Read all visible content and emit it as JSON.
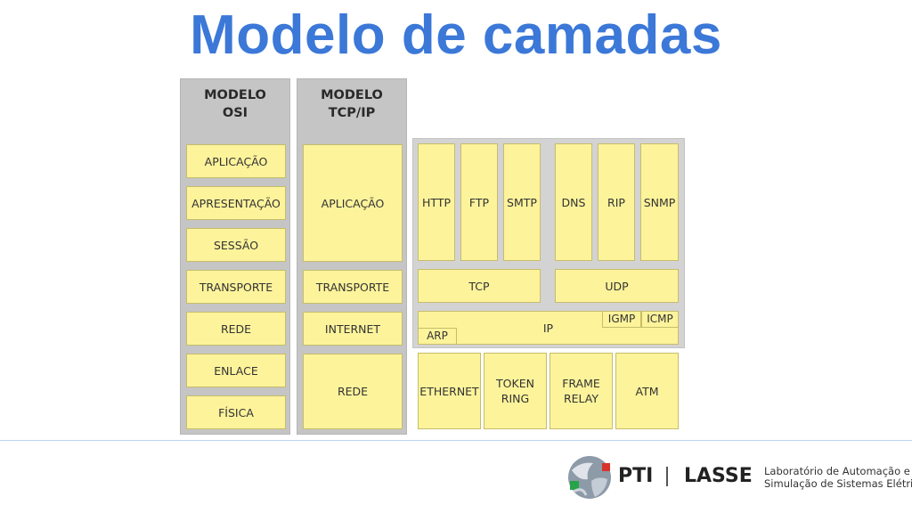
{
  "title": "Modelo de camadas",
  "osi": {
    "header": "MODELO\nOSI",
    "layers": [
      "APLICAÇÃO",
      "APRESENTAÇÃO",
      "SESSÃO",
      "TRANSPORTE",
      "REDE",
      "ENLACE",
      "FÍSICA"
    ]
  },
  "tcpip": {
    "header": "MODELO\nTCP/IP",
    "layers": [
      "APLICAÇÃO",
      "TRANSPORTE",
      "INTERNET",
      "REDE"
    ]
  },
  "protocols": {
    "application": [
      "HTTP",
      "FTP",
      "SMTP",
      "DNS",
      "RIP",
      "SNMP"
    ],
    "transport": [
      "TCP",
      "UDP"
    ],
    "internet": {
      "main": "IP",
      "extra": [
        "IGMP",
        "ICMP"
      ],
      "lower": "ARP"
    },
    "network": [
      "ETHERNET",
      "TOKEN\nRING",
      "FRAME\nRELAY",
      "ATM"
    ]
  },
  "footer": {
    "pti": "PTI",
    "lasse": "LASSE",
    "description_line1": "Laboratório de Automação e",
    "description_line2": "Simulação de Sistemas Elétricos"
  },
  "colors": {
    "title": "#3b78d8",
    "box_fill": "#fdf39b",
    "column_fill": "#c5c5c5",
    "panel_fill": "#d3d3d3"
  }
}
